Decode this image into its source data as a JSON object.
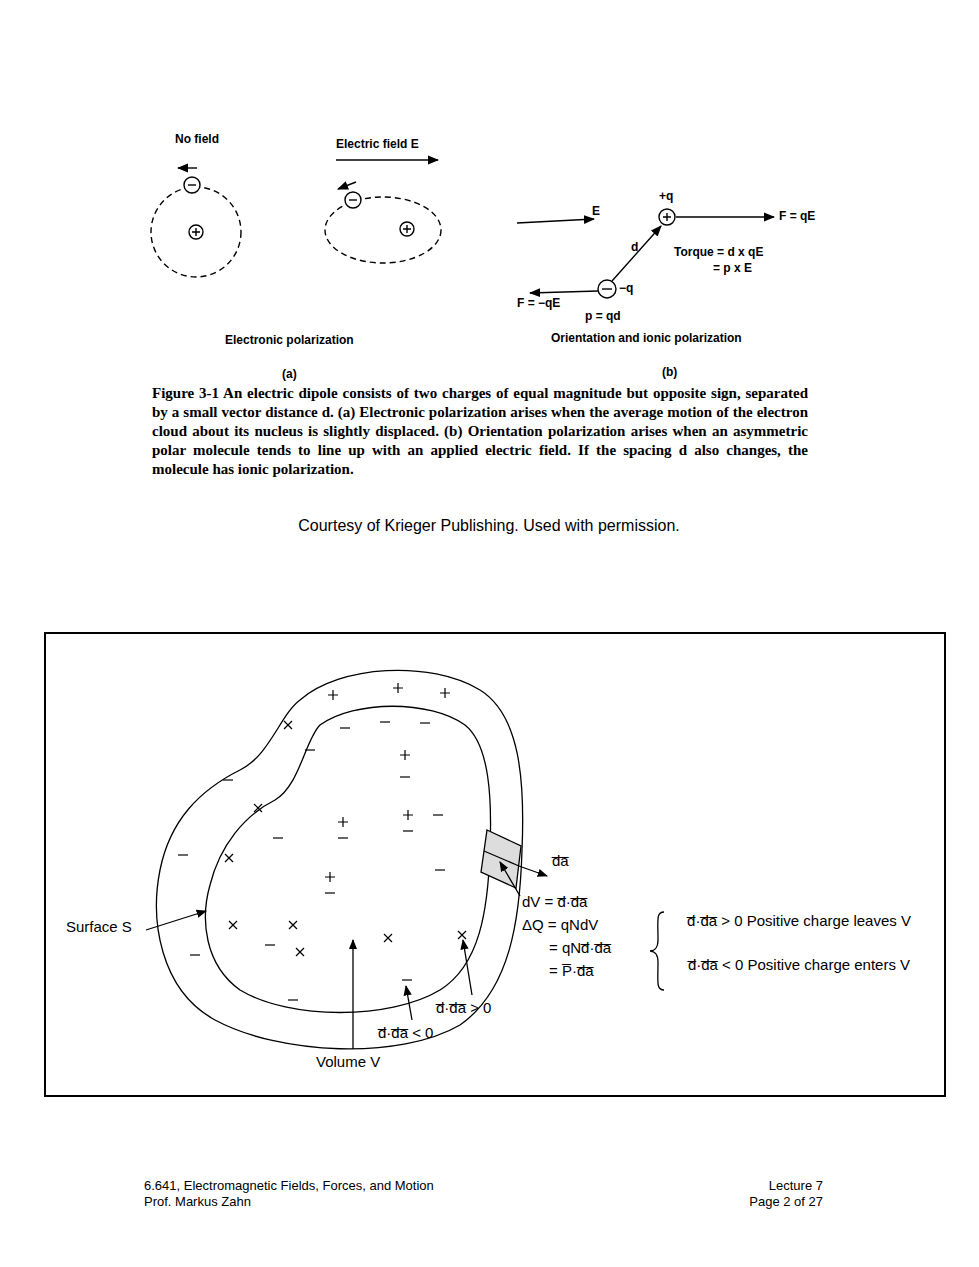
{
  "diagram": {
    "caption": "Figure 3-1 An electric dipole consists of two charges of equal magnitude but opposite sign, separated by a small vector distance d. (a) Electronic polarization arises when the average motion of the electron cloud about its nucleus is slightly displaced. (b) Orientation polarization arises when an asymmetric polar molecule tends to line up with an applied electric field. If the spacing d also changes, the molecule has ionic polarization.",
    "nodes": [
      {
        "text": [
          "Surface S",
          "d̅a̅",
          "dV = d̅·d̅a̅",
          "ΔQ = qNdV",
          "= qNd̅·d̅a̅",
          "= P̅·d̅a̅",
          "d̅·d̅a̅ > 0 Positive charge leaves V",
          "d̅·d̅a̅ < 0 Positive charge enters V",
          "d̅·d̅a̅ > 0",
          "d̅·d̅a̅ < 0",
          "Volume V"
        ]
      }
    ],
    "labels": [
      "No field",
      "Electric field E",
      "Electronic polarization",
      "(a)",
      "E",
      "+q",
      "F = qE",
      "d",
      "Torque = d x qE",
      "= p x E",
      "F = −qE",
      "−q",
      "p = qd",
      "Orientation and ionic polarization",
      "(b)",
      "Courtesy of Krieger Publishing. Used with permission.",
      "6.641, Electromagnetic Fields, Forces, and Motion",
      "Prof. Markus Zahn",
      "Lecture 7",
      "Page 2 of 27"
    ]
  }
}
